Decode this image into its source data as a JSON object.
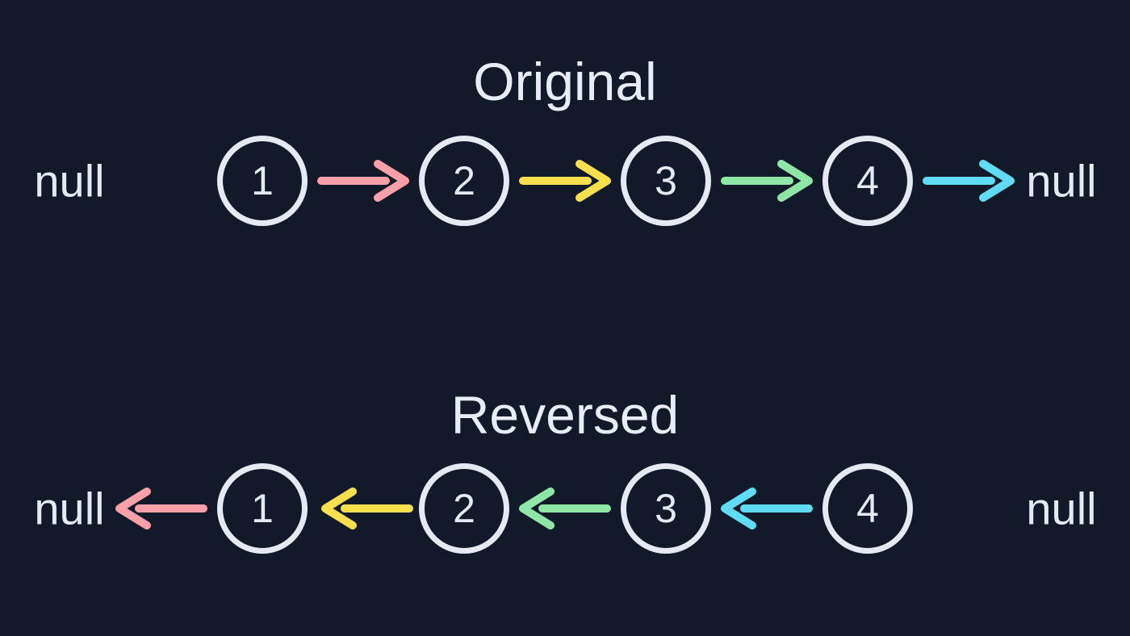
{
  "colors": {
    "background": "#121928",
    "foreground": "#E4E9F2",
    "title": "#E8EDF5",
    "pink": "#FAA0A8",
    "yellow": "#F8DF4D",
    "green": "#8FE7A6",
    "cyan": "#5FDCF3"
  },
  "original": {
    "title": "Original",
    "left_null": "null",
    "right_null": "null",
    "nodes": [
      {
        "label": "1"
      },
      {
        "label": "2"
      },
      {
        "label": "3"
      },
      {
        "label": "4"
      }
    ],
    "arrows": [
      {
        "name": "arrow-1-to-2",
        "color": "#FAA0A8",
        "direction": "right"
      },
      {
        "name": "arrow-2-to-3",
        "color": "#F8DF4D",
        "direction": "right"
      },
      {
        "name": "arrow-3-to-4",
        "color": "#8FE7A6",
        "direction": "right"
      },
      {
        "name": "arrow-4-to-null",
        "color": "#5FDCF3",
        "direction": "right"
      }
    ]
  },
  "reversed": {
    "title": "Reversed",
    "left_null": "null",
    "right_null": "null",
    "nodes": [
      {
        "label": "1"
      },
      {
        "label": "2"
      },
      {
        "label": "3"
      },
      {
        "label": "4"
      }
    ],
    "arrows": [
      {
        "name": "arrow-1-to-null",
        "color": "#FAA0A8",
        "direction": "left"
      },
      {
        "name": "arrow-2-to-1",
        "color": "#F8DF4D",
        "direction": "left"
      },
      {
        "name": "arrow-3-to-2",
        "color": "#8FE7A6",
        "direction": "left"
      },
      {
        "name": "arrow-4-to-3",
        "color": "#5FDCF3",
        "direction": "left"
      }
    ]
  }
}
